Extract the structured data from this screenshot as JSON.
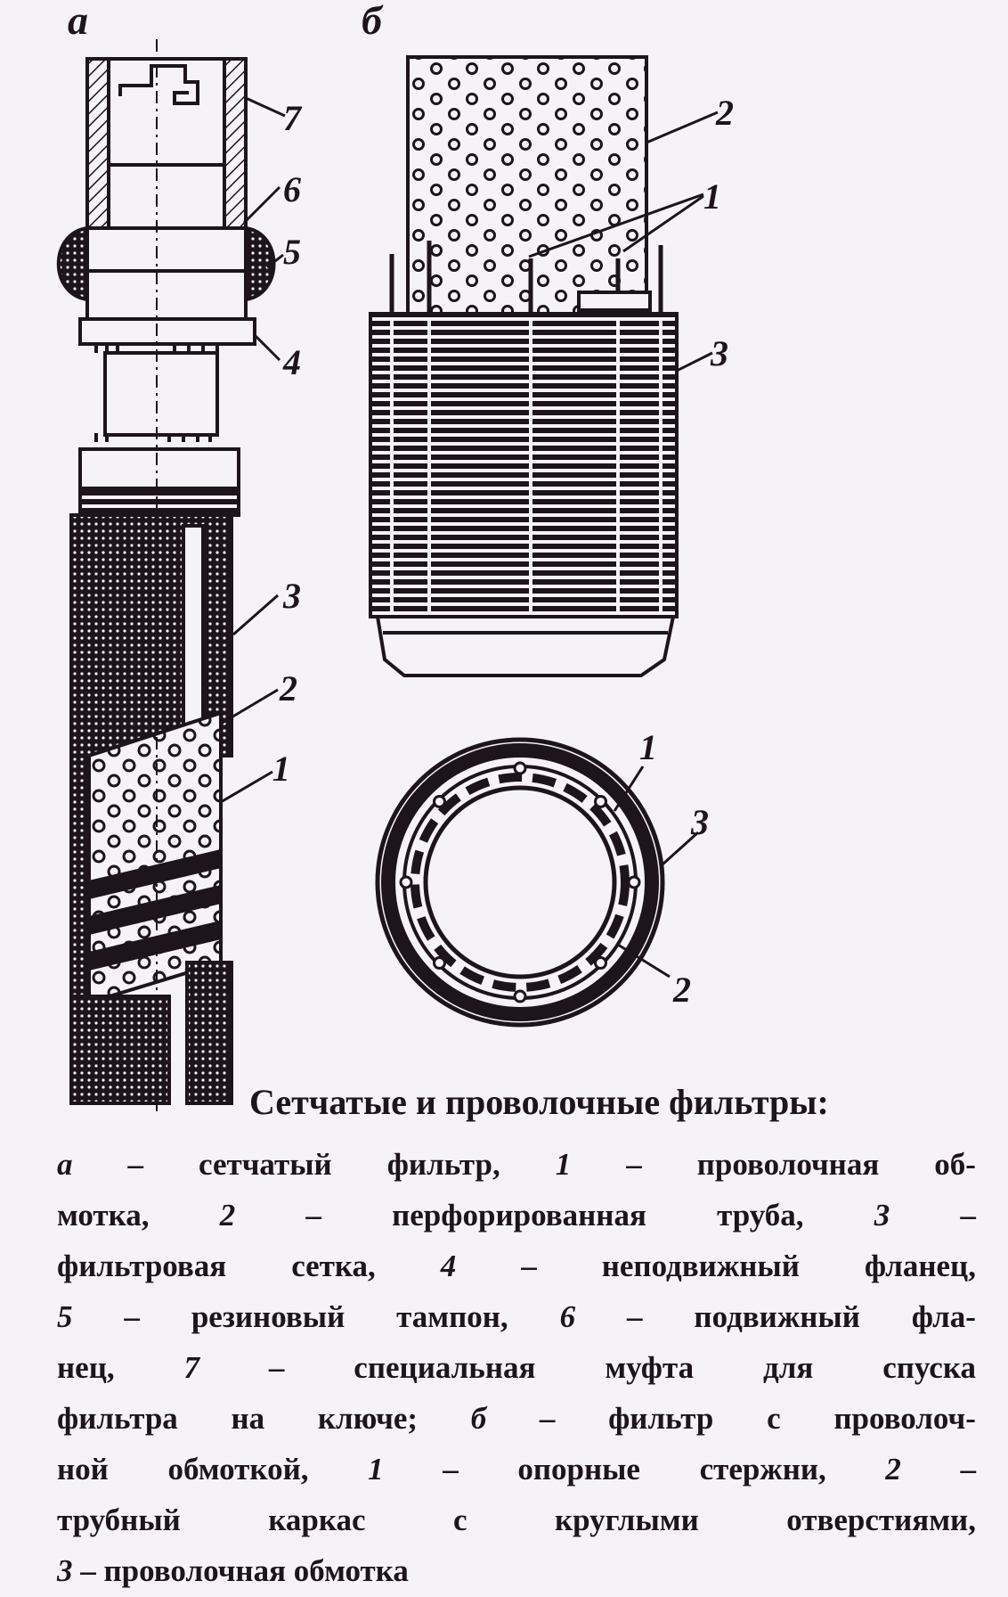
{
  "panels": {
    "a": "а",
    "b": "б"
  },
  "callouts": {
    "a": [
      "7",
      "6",
      "5",
      "4",
      "3",
      "2",
      "1"
    ],
    "b_top": [
      "2",
      "1",
      "3"
    ],
    "b_section": [
      "1",
      "3",
      "2"
    ]
  },
  "caption": {
    "title": "Сетчатые и проволочные фильтры:",
    "lines": [
      [
        "а",
        "–",
        "сетчатый",
        "фильтр,",
        "1",
        "–",
        "проволочная",
        "об-"
      ],
      [
        "мотка,",
        "2",
        "–",
        "перфорированная",
        "труба,",
        "3",
        "–"
      ],
      [
        "фильтровая",
        "сетка,",
        "4",
        "–",
        "неподвижный",
        "фланец,"
      ],
      [
        "5",
        "–",
        "резиновый",
        "тампон,",
        "6",
        "–",
        "подвижный",
        "фла-"
      ],
      [
        "нец,",
        "7",
        "–",
        "специальная",
        "муфта",
        "для",
        "спуска"
      ],
      [
        "фильтра",
        "на",
        "ключе;",
        "б",
        "–",
        "фильтр",
        "с",
        "проволоч-"
      ],
      [
        "ной",
        "обмоткой,",
        "1",
        "–",
        "опорные",
        "стержни,",
        "2",
        "–"
      ],
      [
        "трубный",
        "каркас",
        "с",
        "круглыми",
        "отверстиями,"
      ],
      [
        "3",
        "–",
        "проволочная",
        "обмотка"
      ]
    ]
  },
  "colors": {
    "ink": "#1d141c",
    "paper": "#f6f3f8"
  }
}
